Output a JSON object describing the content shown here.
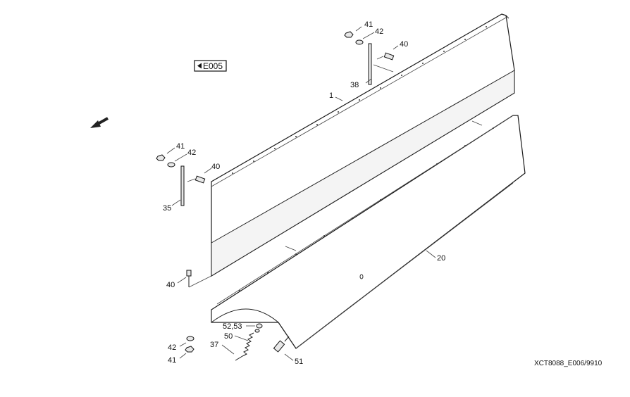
{
  "reference_tag": "E005",
  "direction_icon": "arrow-down-left-icon",
  "callouts": {
    "c41_top": "41",
    "c42_top": "42",
    "c40_top": "40",
    "c38": "38",
    "c1": "1",
    "c41_left": "41",
    "c42_left": "42",
    "c40_left": "40",
    "c35": "35",
    "c20": "20",
    "c40_bottom": "40",
    "c5253": "52,53",
    "c50": "50",
    "c37": "37",
    "c42_bottom": "42",
    "c41_bottom": "41",
    "c51": "51"
  },
  "drawing_id": "XCT8088_E006/9910"
}
